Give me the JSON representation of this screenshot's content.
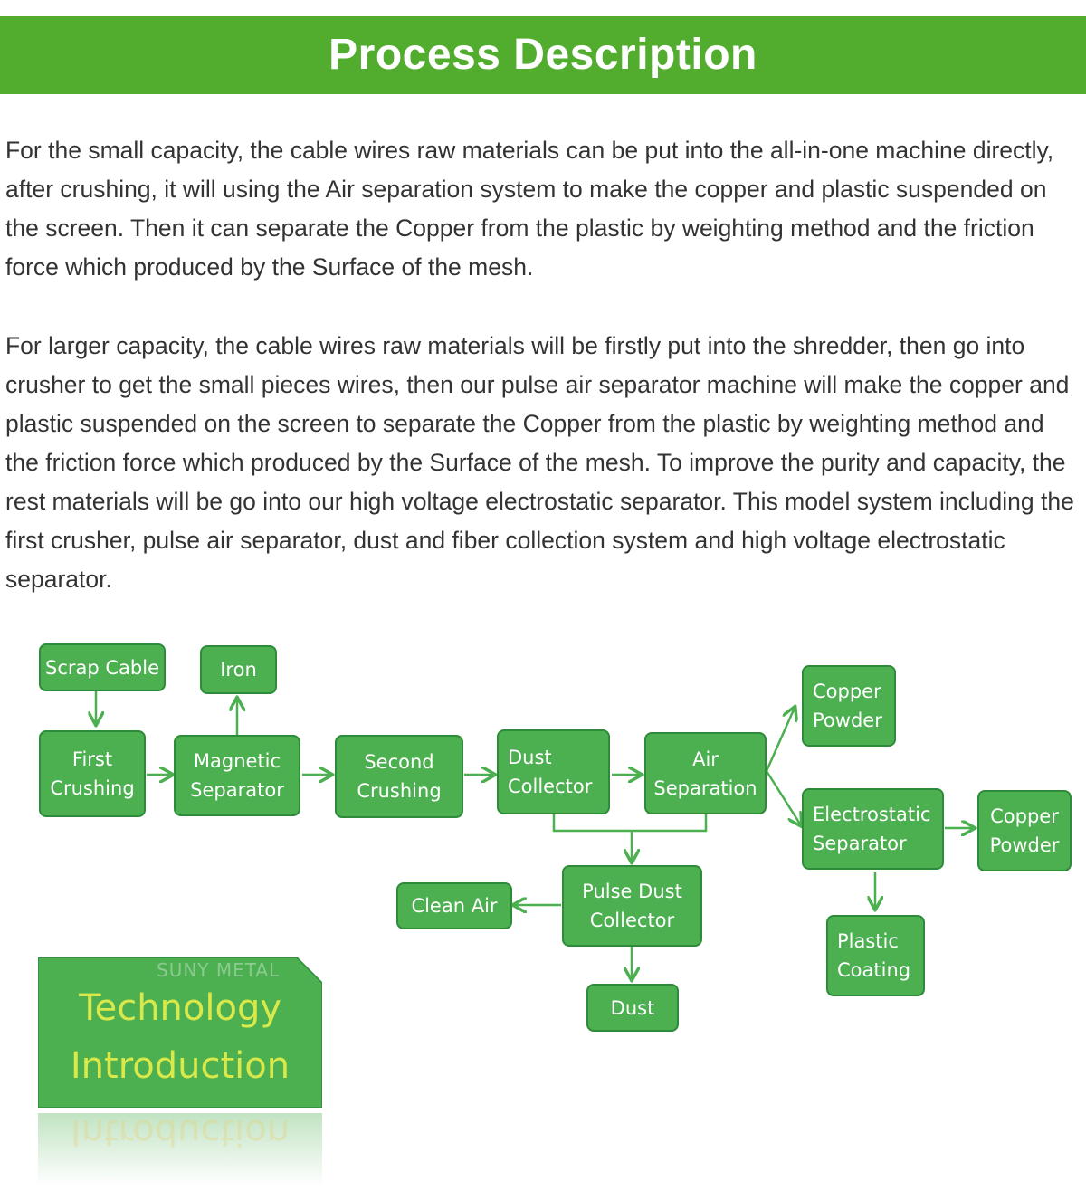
{
  "header": {
    "title": "Process Description"
  },
  "paragraphs": {
    "p1": "For the small capacity, the cable wires raw materials can be put into the all-in-one machine directly, after crushing, it will using the Air separation system to make the copper and plastic suspended on the screen. Then it can separate the Copper from the plastic by weighting method and the friction force which produced by the Surface of the mesh.",
    "p2": "For larger capacity, the cable wires raw materials will be firstly put into the shredder, then go into crusher to get the small pieces wires, then our pulse air separator machine will make the copper and plastic suspended on the screen to separate the Copper from the plastic by weighting method and the friction force which produced by the Surface of the mesh. To improve the purity and capacity, the rest materials will be go into our high voltage electrostatic separator. This model system including the first crusher, pulse air separator, dust and fiber collection system and high voltage electrostatic separator."
  },
  "flow": {
    "scrap_cable": "Scrap Cable",
    "iron": "Iron",
    "first_crushing": "First\nCrushing",
    "magnetic_separator": "Magnetic\nSeparator",
    "second_crushing": "Second\nCrushing",
    "dust_collector": "Dust\nCollector",
    "air_separation": "Air\nSeparation",
    "copper_powder_1": "Copper\nPowder",
    "electrostatic_separator": "Electrostatic\nSeparator",
    "copper_powder_2": "Copper\nPowder",
    "pulse_dust_collector": "Pulse Dust\nCollector",
    "clean_air": "Clean Air",
    "dust": "Dust",
    "plastic_coating": "Plastic\nCoating"
  },
  "badge": {
    "brand": "SUNY METAL",
    "line1": "Technology",
    "line2": "Introduction"
  },
  "colors": {
    "header_bg": "#52ad2f",
    "box_bg": "#4caf50",
    "arrow": "#4caf50",
    "badge_text": "#d9e84a"
  }
}
